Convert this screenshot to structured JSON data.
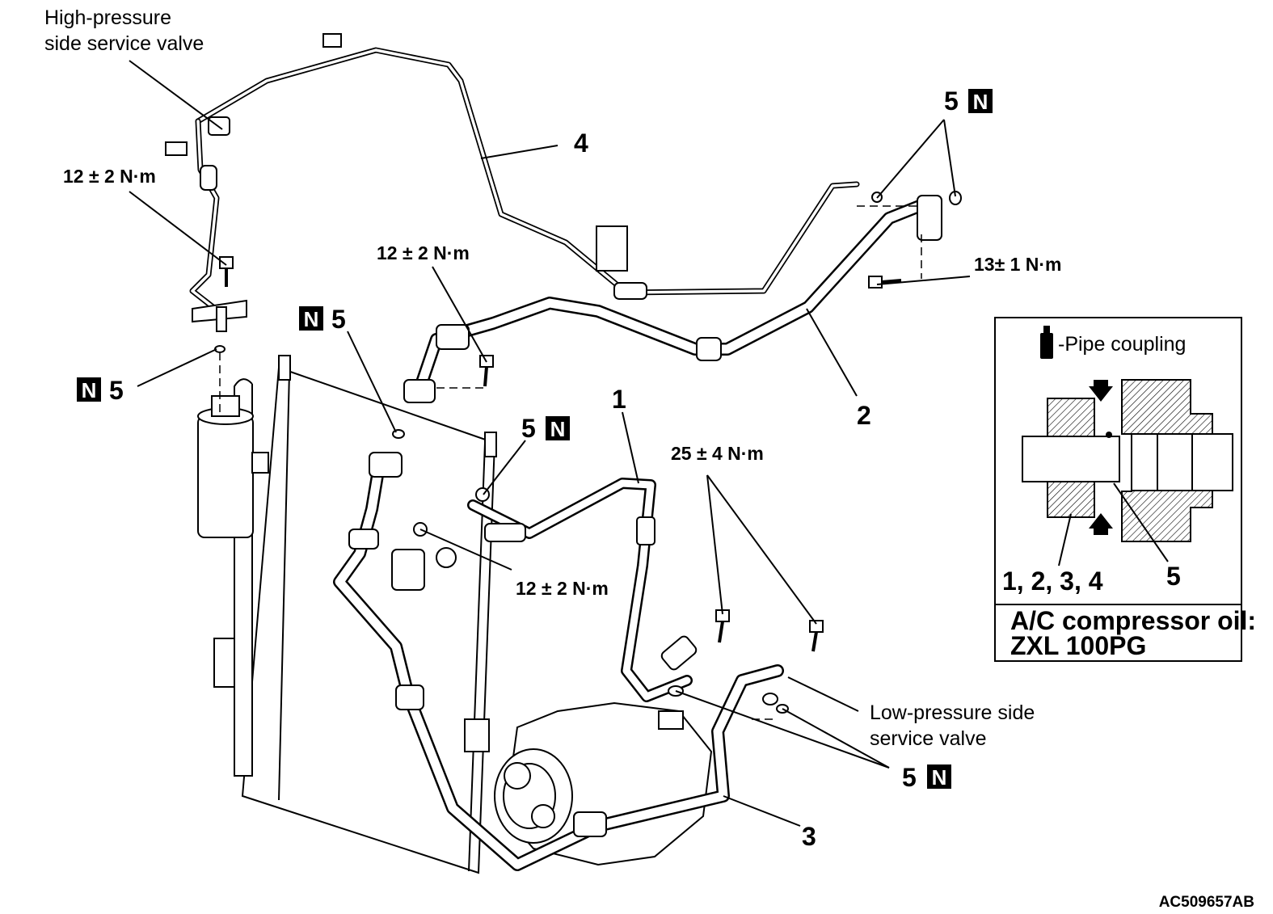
{
  "labels": {
    "high_pressure_valve": [
      "High-pressure",
      "side service valve"
    ],
    "low_pressure_valve": [
      "Low-pressure side",
      "service valve"
    ],
    "torque_12_a": "12 ± 2 N·m",
    "torque_12_b": "12 ± 2 N·m",
    "torque_12_c": "12 ± 2 N·m",
    "torque_13": "13± 1 N·m",
    "torque_25": "25 ± 4 N·m",
    "part_1": "1",
    "part_2": "2",
    "part_3": "3",
    "part_4": "4",
    "part_5": "5",
    "n_mark": "N"
  },
  "inset": {
    "legend_text": "-Pipe coupling",
    "legend_icon": "oil-can-icon",
    "parts_label": "1, 2, 3, 4",
    "oring_label": "5",
    "oil_line1": "A/C compressor oil:",
    "oil_line2": "ZXL 100PG"
  },
  "figure_code": "AC509657AB"
}
